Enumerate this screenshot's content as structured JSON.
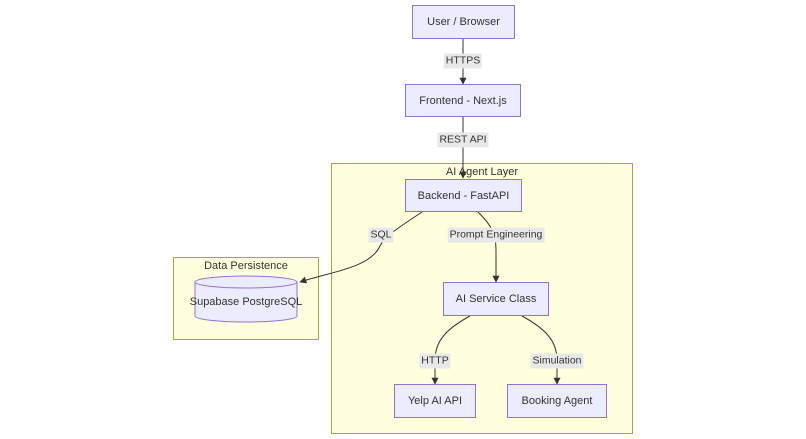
{
  "clusters": {
    "ai_agent_layer": "AI Agent Layer",
    "data_persistence": "Data Persistence"
  },
  "nodes": {
    "user_browser": "User / Browser",
    "frontend": "Frontend - Next.js",
    "backend": "Backend - FastAPI",
    "ai_service": "AI Service Class",
    "supabase": "Supabase PostgreSQL",
    "yelp_api": "Yelp AI API",
    "booking_agent": "Booking Agent"
  },
  "edges": {
    "https_top": "HTTPS",
    "rest_api": "REST API",
    "sql": "SQL",
    "prompt_engineering": "Prompt Engineering",
    "http": "HTTP",
    "simulation": "Simulation"
  },
  "colors": {
    "node_fill": "#ececff",
    "node_border": "#9370db",
    "cluster_fill": "#ffffde",
    "cluster_border": "#aaaa33",
    "edge": "#333333",
    "edge_label_bg": "#e8e8e8"
  }
}
